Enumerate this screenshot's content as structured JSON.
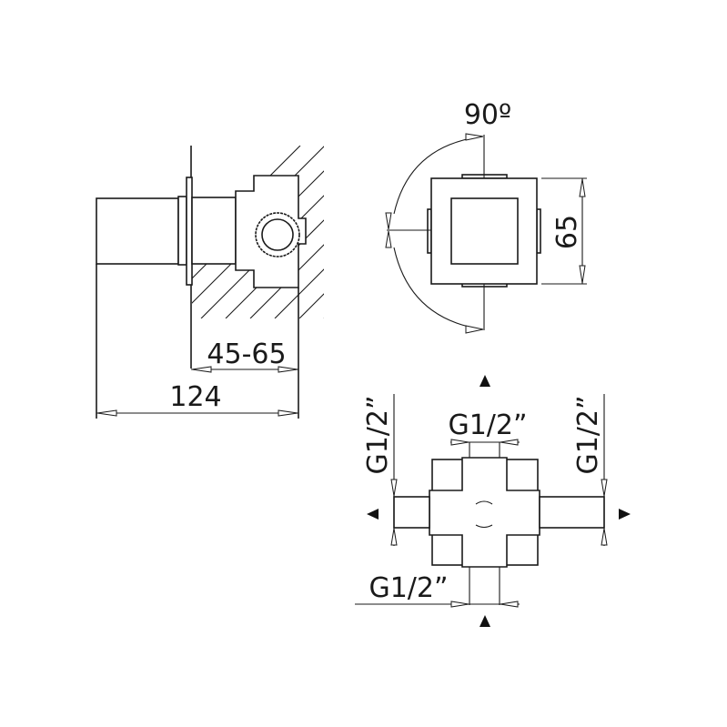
{
  "side_view": {
    "dim_wall_depth": "45-65",
    "dim_total_length": "124"
  },
  "top_view": {
    "rotation_angle": "90º",
    "dim_plate_size": "65"
  },
  "connection_view": {
    "thread_top": "G1/2”",
    "thread_left": "G1/2”",
    "thread_right": "G1/2”",
    "thread_bottom": "G1/2”"
  }
}
